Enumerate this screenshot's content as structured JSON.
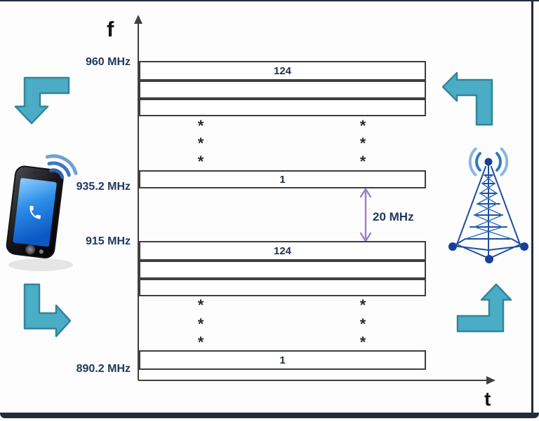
{
  "diagram": {
    "y_axis_label": "f",
    "x_axis_label": "t",
    "gap_label": "20 MHz",
    "ellipsis_mark": "*",
    "frequency_labels": {
      "downlink_top": "960 MHz",
      "downlink_bottom": "935.2 MHz",
      "uplink_top": "915 MHz",
      "uplink_bottom": "890.2 MHz"
    },
    "downlink": {
      "top_channel": "124",
      "bottom_channel": "1"
    },
    "uplink": {
      "top_channel": "124",
      "bottom_channel": "1"
    }
  },
  "colors": {
    "flow_arrow_fill": "#4BACC6",
    "flow_arrow_stroke": "#31859C",
    "gap_arrow": "#9B7EC8",
    "band_border": "#3F3F3F",
    "frequency_text": "#1F3864",
    "axis": "#404040"
  }
}
